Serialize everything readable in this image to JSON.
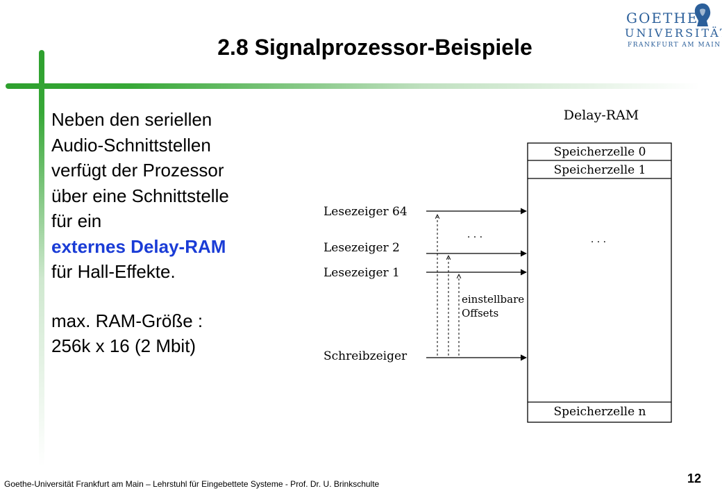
{
  "slide": {
    "title": "2.8 Signalprozessor-Beispiele",
    "page_number": "12",
    "footer": "Goethe-Universität Frankfurt am Main – Lehrstuhl für Eingebettete Systeme - Prof. Dr. U. Brinkschulte"
  },
  "logo": {
    "line1": "GOETHE",
    "line2": "UNIVERSITÄT",
    "line3": "FRANKFURT AM MAIN"
  },
  "body": {
    "lines": [
      "Neben den seriellen",
      "Audio-Schnittstellen",
      "verfügt der Prozessor",
      "über eine Schnittstelle",
      "für ein"
    ],
    "highlight": "externes Delay-RAM",
    "line_after": "für Hall-Effekte.",
    "ram_label": "max. RAM-Größe :",
    "ram_value": "256k x 16 (2 Mbit)"
  },
  "diagram": {
    "title": "Delay-RAM",
    "cells": {
      "cell0": "Speicherzelle 0",
      "cell1": "Speicherzelle 1",
      "celln": "Speicherzelle n",
      "ellipsis": ". . ."
    },
    "pointers": {
      "read64": "Lesezeiger 64",
      "read2": "Lesezeiger 2",
      "read1": "Lesezeiger 1",
      "write": "Schreibzeiger",
      "ellipsis": ". . ."
    },
    "offset_label": [
      "einstellbare",
      "Offsets"
    ]
  }
}
